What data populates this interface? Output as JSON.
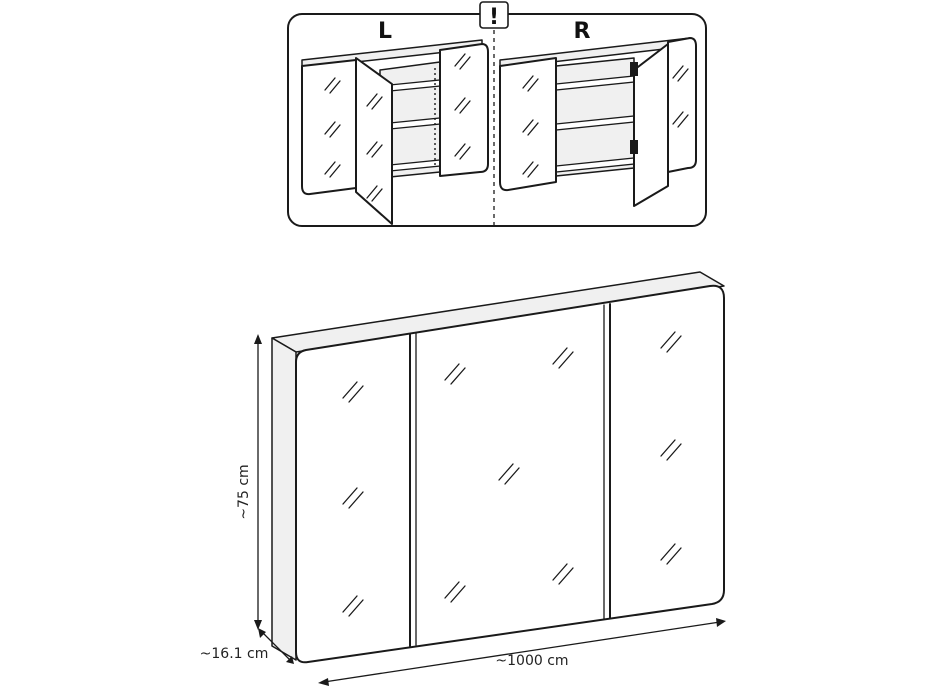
{
  "variants": {
    "left_label": "L",
    "right_label": "R",
    "notice_label": "!"
  },
  "dimensions": {
    "height": "~75 cm",
    "depth": "~16.1 cm",
    "width": "~1000 cm"
  },
  "icons": [
    "mirror-reflection-icon",
    "hinge-icon",
    "notice-icon"
  ],
  "colors": {
    "line": "#1a1a1a",
    "background": "#ffffff"
  }
}
